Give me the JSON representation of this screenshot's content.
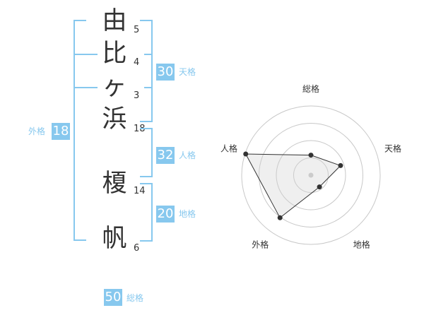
{
  "name_chars": [
    {
      "char": "由",
      "strokes": "5"
    },
    {
      "char": "比",
      "strokes": "4"
    },
    {
      "char": "ヶ",
      "strokes": "3"
    },
    {
      "char": "浜",
      "strokes": "18"
    },
    {
      "char": "榎",
      "strokes": "14"
    },
    {
      "char": "帆",
      "strokes": "6"
    }
  ],
  "kaku": {
    "tenkaku": {
      "value": "30",
      "label": "天格"
    },
    "jinkaku": {
      "value": "32",
      "label": "人格"
    },
    "chikaku": {
      "value": "20",
      "label": "地格"
    },
    "gaikaku": {
      "value": "18",
      "label": "外格"
    },
    "soukaku": {
      "value": "50",
      "label": "総格"
    }
  },
  "colors": {
    "accent": "#87c8ee",
    "text": "#333333"
  },
  "chart_data": {
    "type": "radar",
    "axes": [
      "総格",
      "天格",
      "地格",
      "外格",
      "人格"
    ],
    "values": [
      0.29,
      0.45,
      0.21,
      0.76,
      0.99
    ],
    "rings": 4
  }
}
